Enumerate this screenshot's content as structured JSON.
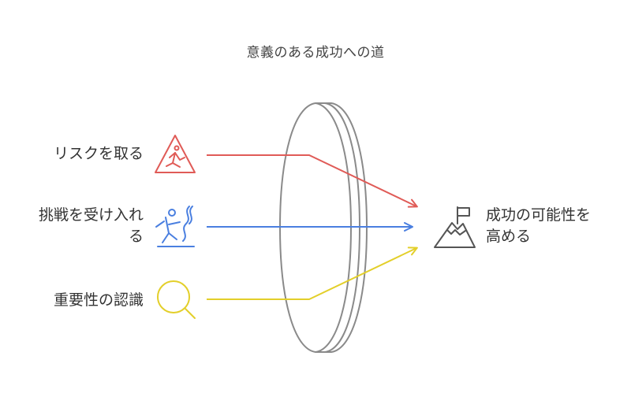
{
  "title": "意義のある成功への道",
  "inputs": [
    {
      "label": "リスクを取る",
      "icon": "warning-fall-icon",
      "color": "#e05b57"
    },
    {
      "label_line1": "挑戦を受け入れ",
      "label_line2": "る",
      "icon": "climber-icon",
      "color": "#4a7fe0"
    },
    {
      "label": "重要性の認識",
      "icon": "magnifier-icon",
      "color": "#e3cf2a"
    }
  ],
  "lens": {
    "icon": "lens-shape",
    "color": "#8a8a8a"
  },
  "output": {
    "label_line1": "成功の可能性を",
    "label_line2": "高める",
    "icon": "mountain-flag-icon",
    "color": "#555555"
  }
}
